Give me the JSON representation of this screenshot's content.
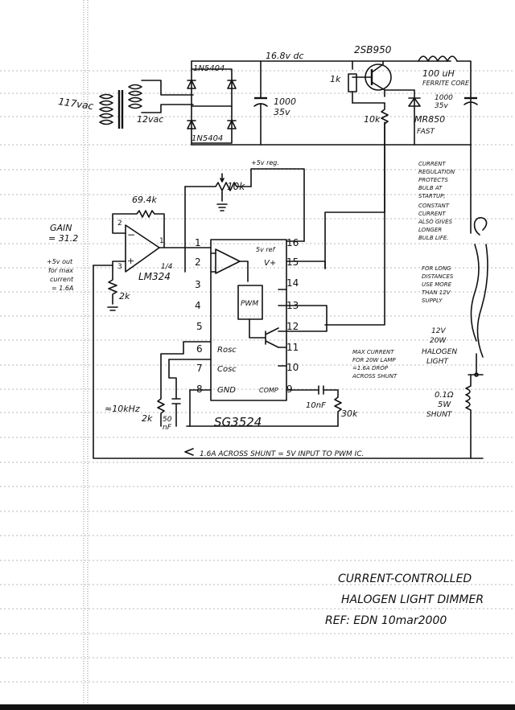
{
  "labels": {
    "v117": "117vac",
    "v12": "12vac",
    "diode_a": "1N5404",
    "diode_b": "1N5404",
    "rail": "16.8v dc",
    "cap_val": "1000",
    "cap_v": "35v",
    "transistor": "2SB950",
    "r1k": "1k",
    "r10k": "10k",
    "inductor": "100 uH",
    "inductor_sub": "FERRITE CORE",
    "cap2_val": "1000",
    "cap2_v": "35v",
    "diode_mr": "MR850",
    "diode_mr_sub": "FAST",
    "pot": "10k",
    "reg": "+5v reg.",
    "r_fb": "69.4k",
    "gain": "GAIN",
    "gain_val": "= 31.2",
    "note_left": [
      "+5v out",
      "for max",
      "current",
      "= 1.6A"
    ],
    "opamp_frac": "1/4",
    "opamp": "LM324",
    "r2k_op": "2k",
    "note_right": [
      "CURRENT",
      "REGULATION",
      "PROTECTS",
      "BULB AT",
      "STARTUP;",
      "CONSTANT",
      "CURRENT",
      "ALSO GIVES",
      "LONGER",
      "BULB LIFE."
    ],
    "note_long": [
      "FOR LONG",
      "DISTANCES",
      "USE MORE",
      "THAN 12V",
      "SUPPLY"
    ],
    "lamp": [
      "12V",
      "20W",
      "HALOGEN",
      "LIGHT"
    ],
    "note_max": [
      "MAX CURRENT",
      "FOR 20W LAMP",
      "=1.6A DROP",
      "ACROSS SHUNT"
    ],
    "shunt": [
      "0.1Ω",
      "5W",
      "SHUNT"
    ],
    "freq": "≈10kHz",
    "rt": "2k",
    "ct": "50",
    "ct_u": "nF",
    "cc": "10nF",
    "rc": "30k",
    "bottom": "1.6A ACROSS SHUNT = 5V INPUT TO PWM IC."
  },
  "ic": {
    "name": "SG3524",
    "pins_left": [
      "1",
      "2",
      "3",
      "4",
      "5",
      "6",
      "7",
      "8"
    ],
    "pins_right": [
      "16",
      "15",
      "14",
      "13",
      "12",
      "11",
      "10",
      "9"
    ],
    "in_left": [
      "",
      "",
      "",
      "",
      "",
      "Rosc",
      "Cosc",
      "GND"
    ],
    "in_right": [
      "5v ref",
      "V+",
      "",
      "",
      "",
      "",
      "",
      "COMP"
    ],
    "pwm": "PWM"
  },
  "title": {
    "line1": "CURRENT-CONTROLLED",
    "line2": "HALOGEN LIGHT DIMMER",
    "line3": "REF: EDN 10mar2000"
  }
}
